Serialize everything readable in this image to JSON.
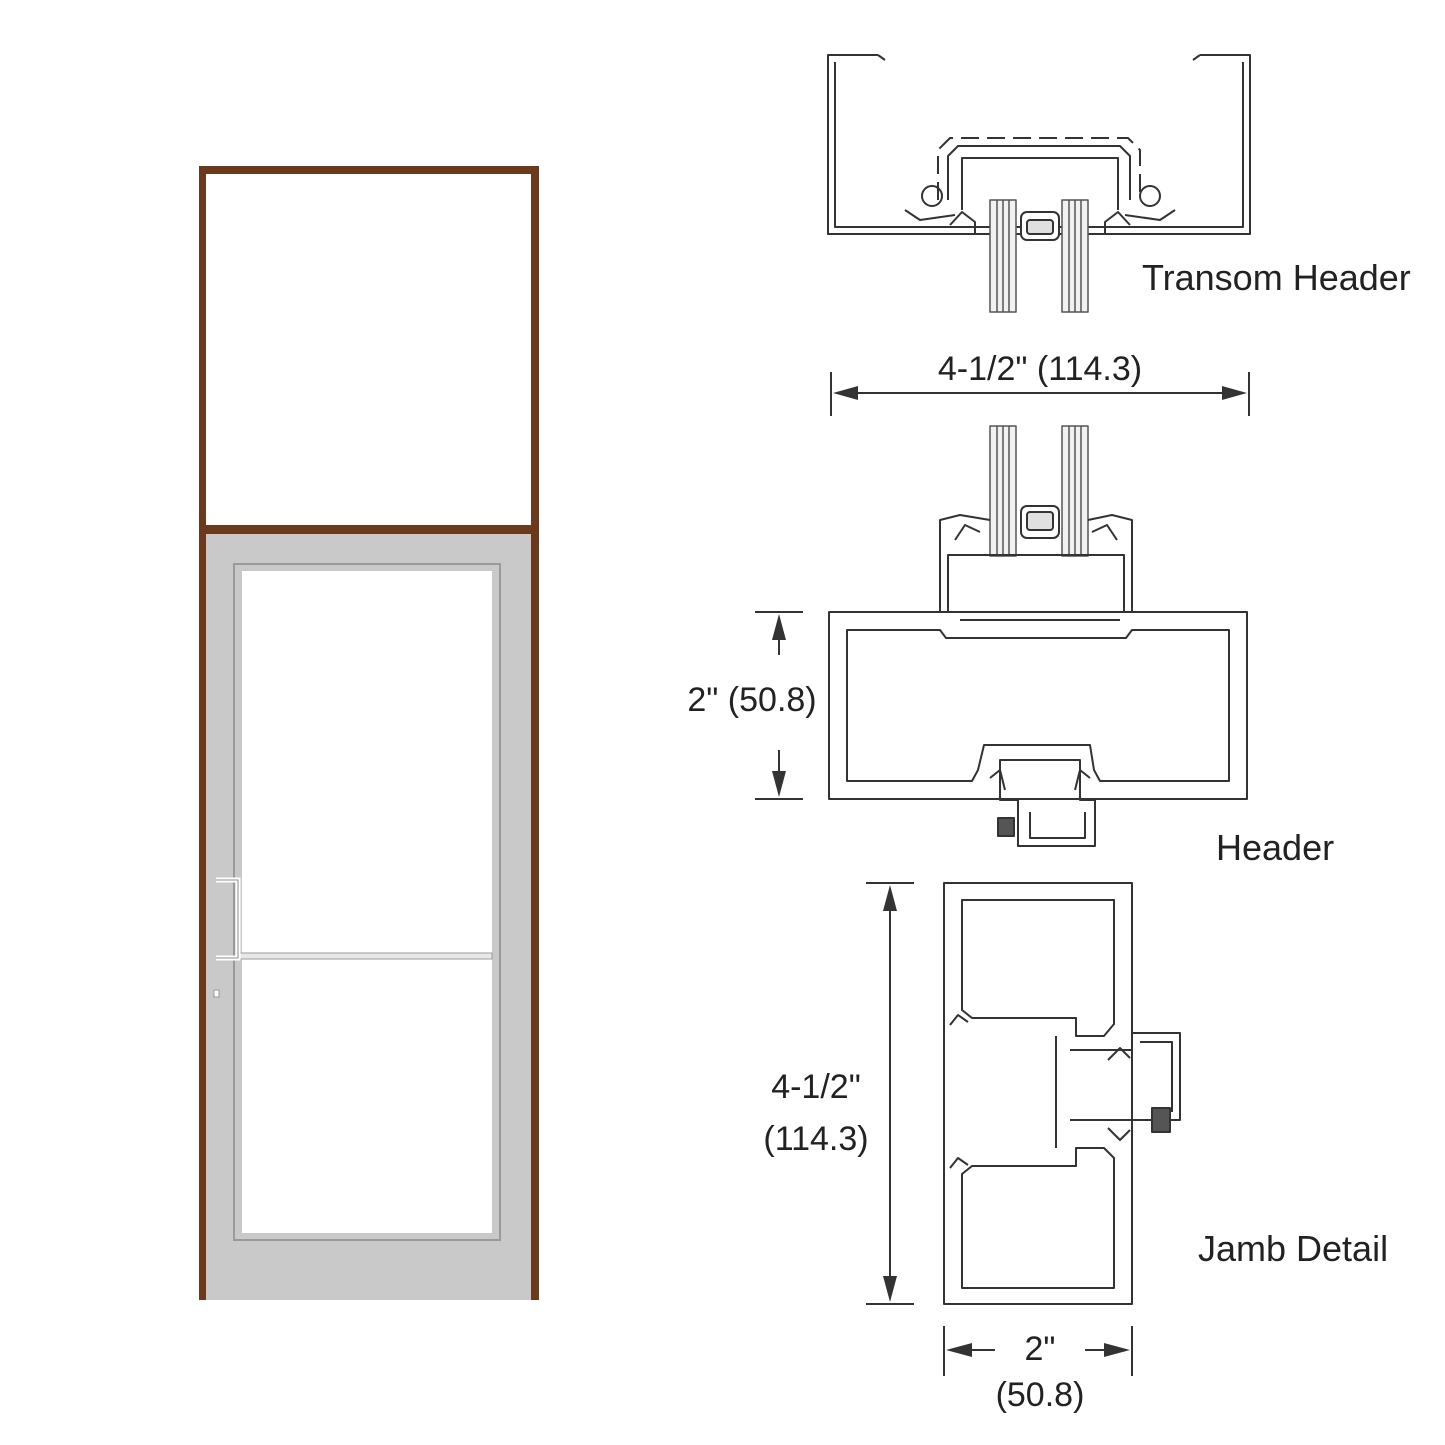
{
  "labels": {
    "transom_header": "Transom Header",
    "header": "Header",
    "jamb_detail": "Jamb Detail"
  },
  "dimensions": {
    "transom_width": "4-1/2\" (114.3)",
    "header_height": "2\" (50.8)",
    "jamb_height_in": "4-1/2\"",
    "jamb_height_mm": "(114.3)",
    "jamb_width_in": "2\"",
    "jamb_width_mm": "(50.8)"
  },
  "colors": {
    "frame_bronze": "#6b3a1c",
    "door_gray": "#c7c7c7",
    "line": "#333333"
  }
}
